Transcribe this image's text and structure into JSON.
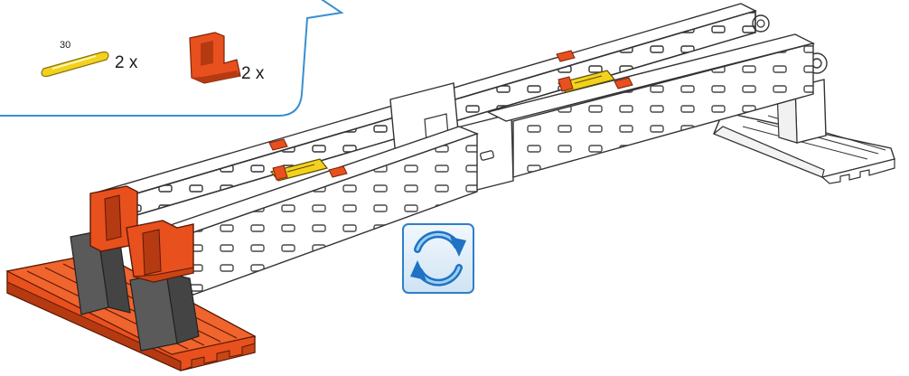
{
  "parts_callout": {
    "items": [
      {
        "name": "strut-30",
        "length_label": "30",
        "quantity": "2 x",
        "color": "#f2d21e"
      },
      {
        "name": "angle-block-red",
        "quantity": "2 x",
        "color": "#e8501e"
      }
    ],
    "border_color": "#3a8fd0"
  },
  "model": {
    "colors": {
      "beam": "#ffffff",
      "beam_outline": "#333333",
      "red": "#e8501e",
      "red_dark": "#b53a12",
      "gray": "#5a5a5a",
      "yellow": "#f2d21e"
    }
  },
  "rotate_button": {
    "icon": "rotate-icon",
    "color_light": "#cfe6f7",
    "color_arrow": "#1f72c4"
  }
}
